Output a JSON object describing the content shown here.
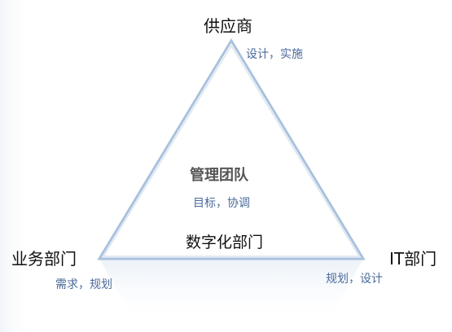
{
  "diagram": {
    "top": {
      "label": "供应商",
      "desc": "设计，实施"
    },
    "left": {
      "label": "业务部门",
      "desc": "需求，规划"
    },
    "right": {
      "label": "IT部门",
      "desc": "规划，设计"
    },
    "center": {
      "title": "管理团队",
      "subtitle": "目标，协调"
    },
    "base": {
      "label": "数字化部门"
    },
    "colors": {
      "edge": "#a9c1dc",
      "accent_text": "#4a6a9c",
      "reflection": "#eef3f9"
    }
  }
}
